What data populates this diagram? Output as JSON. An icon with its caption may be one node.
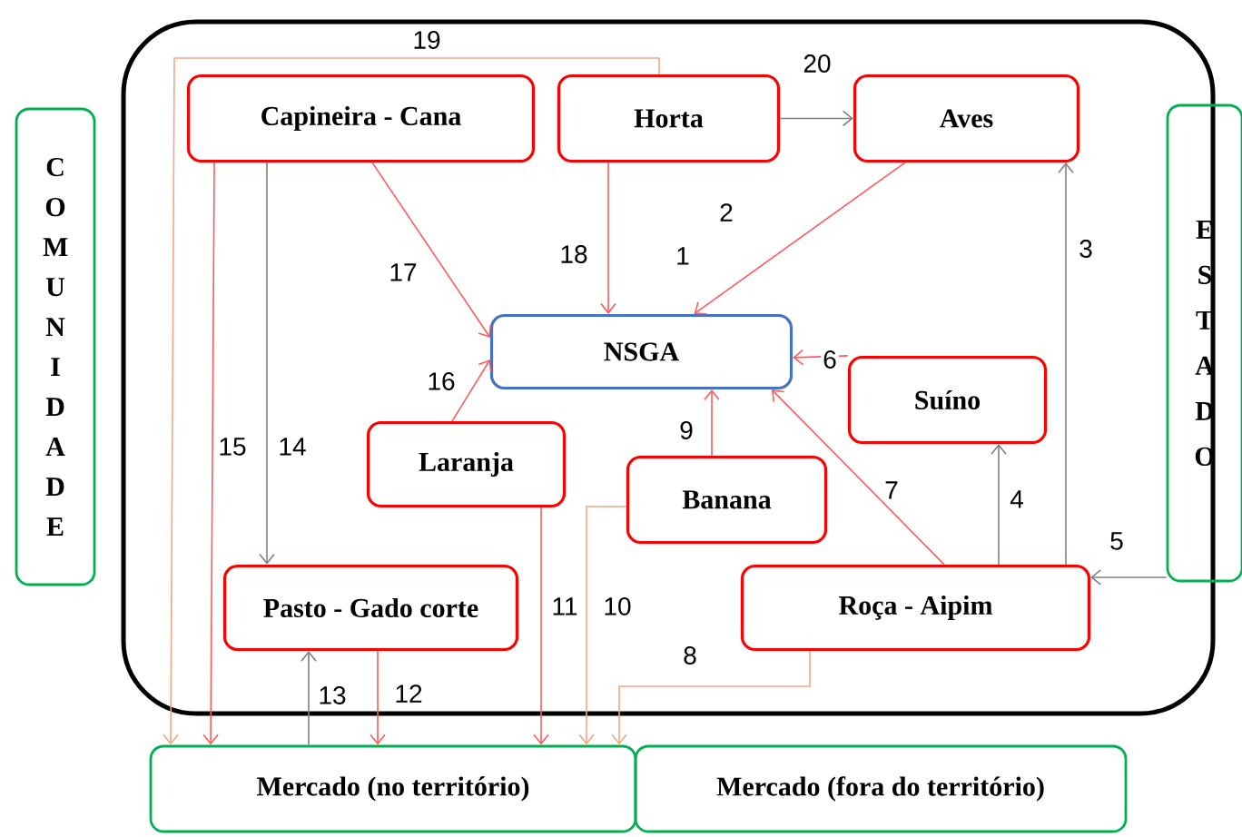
{
  "diagram": {
    "nodes": [
      {
        "text": [],
        "shape": "box"
      },
      {
        "text": [
          "Capineira - Cana"
        ],
        "in": 0
      },
      {
        "text": [
          "Horta"
        ],
        "in": 0
      },
      {
        "text": [
          "Aves"
        ],
        "in": 0
      },
      {
        "text": [
          "NSGA"
        ],
        "in": 0
      },
      {
        "text": [
          "Suíno"
        ],
        "in": 0
      },
      {
        "text": [
          "Laranja"
        ],
        "in": 0
      },
      {
        "text": [
          "Banana"
        ],
        "in": 0
      },
      {
        "text": [
          "Pasto - Gado corte"
        ],
        "in": 0
      },
      {
        "text": [
          "Roça - Aipim"
        ],
        "in": 0
      },
      {
        "text": [
          "COMUNIDADE"
        ]
      },
      {
        "text": [
          "ESTADO"
        ]
      },
      {
        "text": [
          "Mercado (no território)"
        ]
      },
      {
        "text": [
          "Mercado (fora do território)"
        ]
      }
    ],
    "edges": [
      {
        "from": 2,
        "to": 3,
        "arrow": "to",
        "label": "20",
        "color": "#808080"
      },
      {
        "from": 3,
        "to": 4,
        "arrow": "to",
        "label": "2"
      },
      {
        "from": 2,
        "to": 4,
        "arrow": "to",
        "label": "18"
      },
      {
        "from": 1,
        "to": 4,
        "arrow": "to",
        "label": "17"
      },
      {
        "from": 6,
        "to": 4,
        "arrow": "to",
        "label": "16"
      },
      {
        "from": 7,
        "to": 4,
        "arrow": "to",
        "label": "9"
      },
      {
        "from": 5,
        "to": 4,
        "arrow": "to",
        "label": "6"
      },
      {
        "from": 9,
        "to": 4,
        "arrow": "to",
        "label": "7"
      },
      {
        "from": 9,
        "to": 5,
        "arrow": "to",
        "label": "4",
        "color": "#808080"
      },
      {
        "from": 9,
        "to": 3,
        "arrow": "to",
        "label": "3",
        "color": "#808080"
      },
      {
        "from": 11,
        "to": 9,
        "arrow": "to",
        "label": "5",
        "color": "#808080"
      },
      {
        "from": 1,
        "to": 8,
        "arrow": "to",
        "label": "14",
        "color": "#808080"
      },
      {
        "from": 1,
        "to": 12,
        "arrow": "to",
        "label": "15"
      },
      {
        "from": 2,
        "to": 12,
        "arrow": "to",
        "label": "19",
        "color": "#f4a582"
      },
      {
        "from": 8,
        "to": 12,
        "arrow": "to",
        "label": "12"
      },
      {
        "from": 12,
        "to": 8,
        "arrow": "to",
        "label": "13",
        "color": "#808080"
      },
      {
        "from": 6,
        "to": 12,
        "arrow": "to",
        "label": "11"
      },
      {
        "from": 7,
        "to": 12,
        "arrow": "to",
        "label": "10",
        "color": "#f4a582"
      },
      {
        "from": 9,
        "to": 12,
        "arrow": "to",
        "label": "8",
        "color": "#f4a582"
      }
    ],
    "labels": [
      "1"
    ]
  }
}
